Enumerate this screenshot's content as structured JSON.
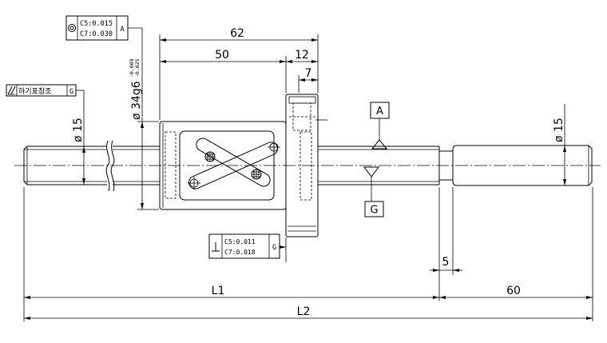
{
  "drawing": {
    "dims": {
      "overall_nut": "62",
      "nut_body": "50",
      "flange_width": "12",
      "flange_offset": "7",
      "neck": "5",
      "L1": "L1",
      "end_journal": "60",
      "L2": "L2"
    },
    "nut_diameter": {
      "label": "ø 34g6",
      "tol_upper": "-0.009",
      "tol_lower": "-0.025"
    },
    "shaft_diameter_left": "ø 15",
    "shaft_diameter_right": "ø 15",
    "frames": {
      "concentricity": {
        "symbol_icon": "concentricity-icon",
        "line1": "C5:0.015",
        "line2": "C7:0.030",
        "datum": "A"
      },
      "parallelism": {
        "symbol_icon": "parallelism-icon",
        "text": "하기표참조",
        "datum": "G"
      },
      "perpendicularity": {
        "symbol_icon": "perpendicularity-icon",
        "line1": "C5:0.011",
        "line2": "C7:0.018",
        "datum": "G"
      }
    },
    "datums": {
      "a": "A",
      "g": "G"
    }
  }
}
